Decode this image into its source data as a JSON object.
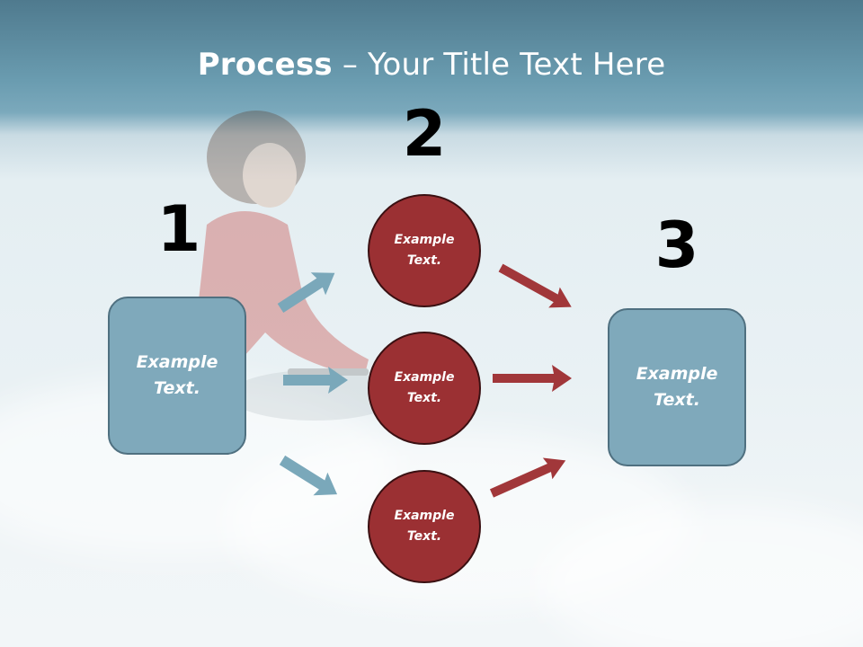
{
  "title": {
    "bold": "Process",
    "rest": " – Your Title Text Here"
  },
  "steps": {
    "one": "1",
    "two": "2",
    "three": "3"
  },
  "left_box": {
    "text": "Example\nText."
  },
  "right_box": {
    "text": "Example\nText."
  },
  "circles": [
    {
      "text": "Example\nText."
    },
    {
      "text": "Example\nText."
    },
    {
      "text": "Example\nText."
    }
  ],
  "colors": {
    "box_fill": "#7fa9bb",
    "circle_fill": "#9b3033",
    "blue_arrow": "#7aa8ba",
    "red_arrow": "#a1373a"
  }
}
